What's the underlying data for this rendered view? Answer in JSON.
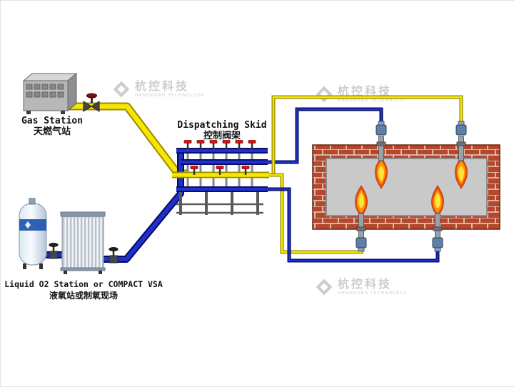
{
  "labels": {
    "gas_station": {
      "en": "Gas Station",
      "cn": "天燃气站"
    },
    "dispatching_skid": {
      "en": "Dispatching Skid",
      "cn": "控制阀架"
    },
    "o2_station": {
      "en": "Liquid O2 Station or COMPACT VSA",
      "cn": "液氧站或制氧现场"
    }
  },
  "watermark": {
    "name_cn": "杭控科技",
    "name_en": "HANGKONG TECHNOLOGY"
  },
  "components": {
    "gas_source": "natural-gas-station-building",
    "gas_shutoff": "handwheel-gate-valve",
    "o2_source": "liquid-oxygen-tank",
    "o2_vaporizer": "ambient-air-vaporizer",
    "skid": "dispatching-valve-skid",
    "furnace": "brick-walled-furnace",
    "burners": [
      "top-left",
      "top-right",
      "bottom-left",
      "bottom-right"
    ]
  },
  "colors": {
    "yellow_casing": "#9a8b00",
    "yellow_core": "#f6e600",
    "blue_casing": "#000a60",
    "blue_core": "#2030c8",
    "brick_red": "#b5472c",
    "mortar": "#ded6c9",
    "furnace_interior": "#c9c9c9",
    "flame_outer": "#e84e10",
    "flame_mid": "#ff9b00",
    "flame_core": "#ffe33a",
    "watermark_gray": "#c4c4c4"
  }
}
